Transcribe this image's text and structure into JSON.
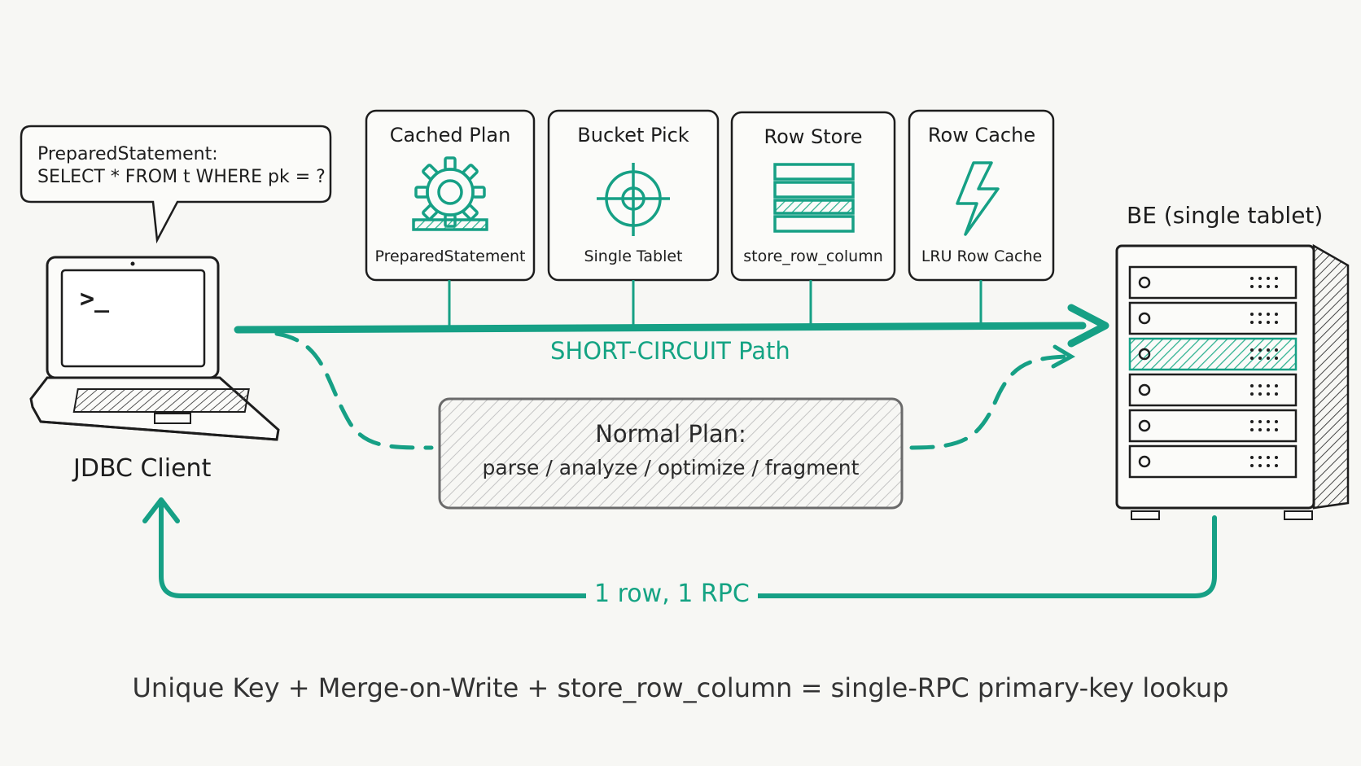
{
  "client": {
    "label": "JDBC Client",
    "prompt": ">_",
    "bubble_line1": "PreparedStatement:",
    "bubble_line2": "SELECT * FROM t WHERE pk = ?"
  },
  "cards": [
    {
      "title": "Cached Plan",
      "subtitle": "PreparedStatement",
      "icon": "gear-icon"
    },
    {
      "title": "Bucket Pick",
      "subtitle": "Single Tablet",
      "icon": "target-icon"
    },
    {
      "title": "Row Store",
      "subtitle": "store_row_column",
      "icon": "row-store-icon"
    },
    {
      "title": "Row Cache",
      "subtitle": "LRU Row Cache",
      "icon": "lightning-icon"
    }
  ],
  "short_circuit_label": "SHORT-CIRCUIT Path",
  "normal_plan": {
    "title": "Normal Plan:",
    "steps": "parse / analyze / optimize / fragment"
  },
  "server": {
    "label": "BE (single tablet)"
  },
  "return_label": "1 row, 1 RPC",
  "footer": "Unique Key + Merge-on-Write + store_row_column = single-RPC primary-key lookup",
  "colors": {
    "accent": "#16a085",
    "ink": "#1d1d1d",
    "background": "#f7f7f4"
  }
}
